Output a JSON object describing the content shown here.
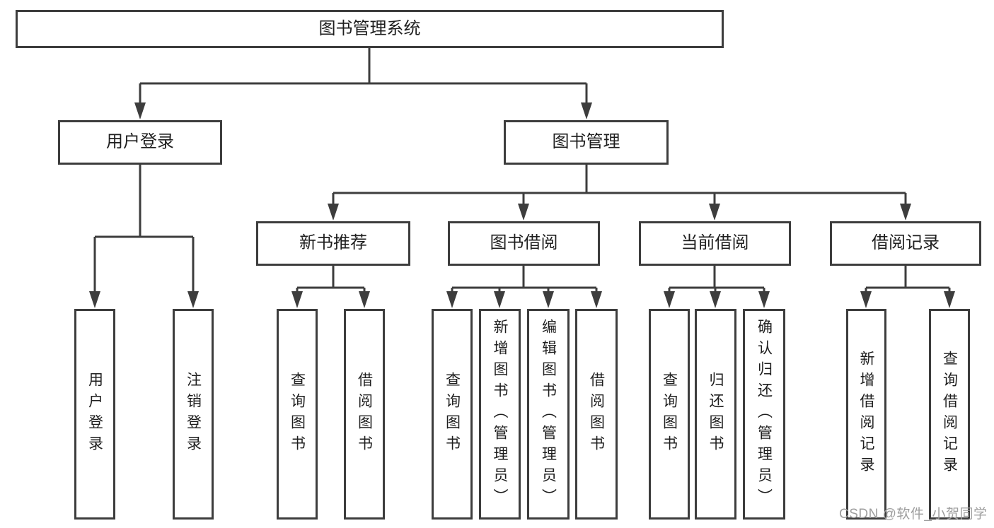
{
  "diagram": {
    "type": "hierarchy-tree",
    "title_node": "图书管理系统",
    "nodes": {
      "root": {
        "label": "图书管理系统"
      },
      "user_login": {
        "label": "用户登录"
      },
      "book_mgmt": {
        "label": "图书管理"
      },
      "new_book_rec": {
        "label": "新书推荐"
      },
      "book_borrow": {
        "label": "图书借阅"
      },
      "current_borrow": {
        "label": "当前借阅"
      },
      "borrow_record": {
        "label": "借阅记录"
      },
      "leaf_user_login": {
        "label": "用户登录"
      },
      "leaf_logout": {
        "label": "注销登录"
      },
      "leaf_query_book_rec": {
        "label": "查询图书"
      },
      "leaf_borrow_book_rec": {
        "label": "借阅图书"
      },
      "leaf_query_book_borrow": {
        "label": "查询图书"
      },
      "leaf_add_book": {
        "label": "新增图书（管理员）"
      },
      "leaf_edit_book": {
        "label": "编辑图书（管理员）"
      },
      "leaf_borrow_book_borrow": {
        "label": "借阅图书"
      },
      "leaf_query_book_current": {
        "label": "查询图书"
      },
      "leaf_return_book": {
        "label": "归还图书"
      },
      "leaf_confirm_return": {
        "label": "确认归还（管理员）"
      },
      "leaf_add_record": {
        "label": "新增借阅记录"
      },
      "leaf_query_record": {
        "label": "查询借阅记录"
      }
    },
    "edges": [
      [
        "图书管理系统",
        "用户登录"
      ],
      [
        "图书管理系统",
        "图书管理"
      ],
      [
        "用户登录",
        "用户登录"
      ],
      [
        "用户登录",
        "注销登录"
      ],
      [
        "图书管理",
        "新书推荐"
      ],
      [
        "图书管理",
        "图书借阅"
      ],
      [
        "图书管理",
        "当前借阅"
      ],
      [
        "图书管理",
        "借阅记录"
      ],
      [
        "新书推荐",
        "查询图书"
      ],
      [
        "新书推荐",
        "借阅图书"
      ],
      [
        "图书借阅",
        "查询图书"
      ],
      [
        "图书借阅",
        "新增图书（管理员）"
      ],
      [
        "图书借阅",
        "编辑图书（管理员）"
      ],
      [
        "图书借阅",
        "借阅图书"
      ],
      [
        "当前借阅",
        "查询图书"
      ],
      [
        "当前借阅",
        "归还图书"
      ],
      [
        "当前借阅",
        "确认归还（管理员）"
      ],
      [
        "借阅记录",
        "新增借阅记录"
      ],
      [
        "借阅记录",
        "查询借阅记录"
      ]
    ],
    "colors": {
      "line": "#3d3d3d",
      "box_border": "#3d3d3d",
      "text": "#1e1e1e",
      "background": "#ffffff",
      "watermark": "#9e9e9e"
    }
  },
  "watermark": {
    "text": "CSDN @软件_小贺同学"
  }
}
